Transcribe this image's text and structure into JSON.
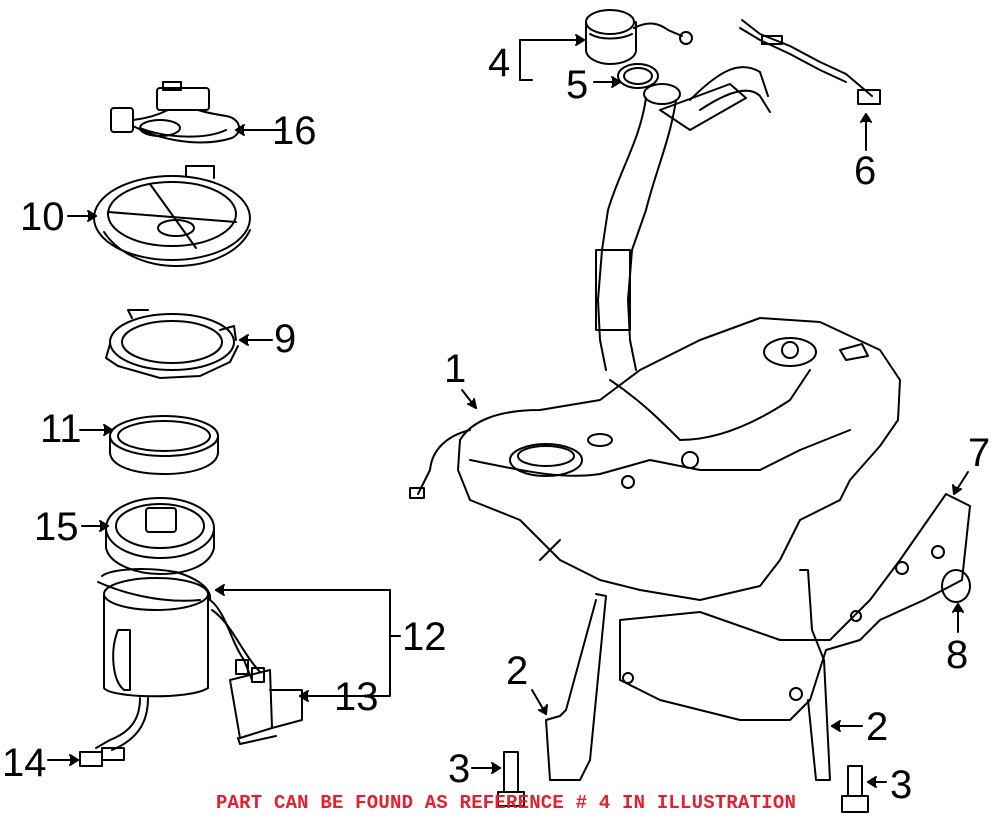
{
  "diagram": {
    "callouts": [
      "1",
      "2",
      "2",
      "3",
      "3",
      "4",
      "5",
      "6",
      "7",
      "8",
      "9",
      "10",
      "11",
      "12",
      "13",
      "14",
      "15",
      "16"
    ]
  },
  "banner": {
    "text": "PART CAN BE FOUND AS REFERENCE # 4 IN ILLUSTRATION",
    "color": "#e4202f"
  },
  "colors": {
    "line": "#000000",
    "background": "#ffffff"
  }
}
